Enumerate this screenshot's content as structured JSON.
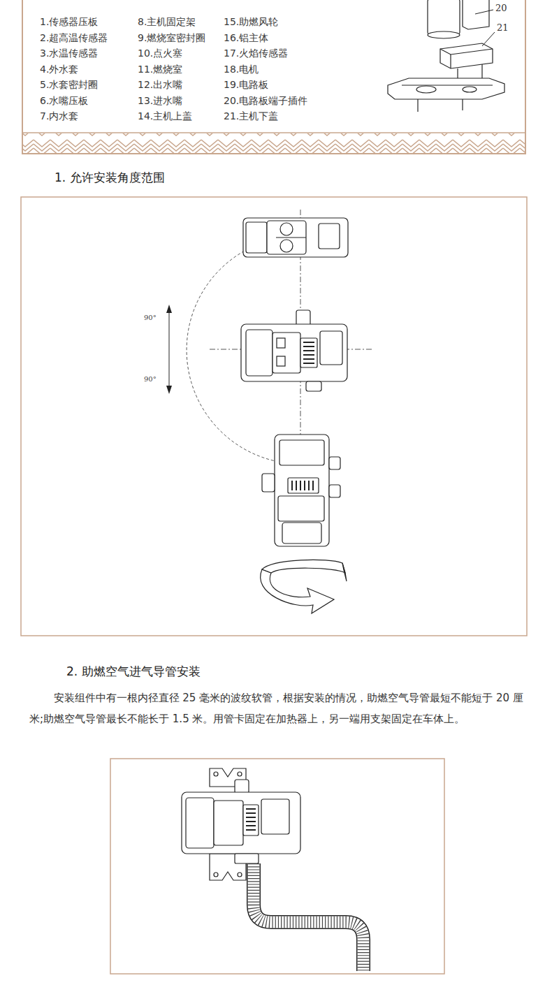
{
  "diagram": {
    "labels": [
      "1.传感器压板",
      "2.超高温传感器",
      "3.水温传感器",
      "4.外水套",
      "5.水套密封圈",
      "6.水嘴压板",
      "7.内水套",
      "8.主机固定架",
      "9.燃烧室密封圈",
      "10.点火塞",
      "11.燃烧室",
      "12.出水嘴",
      "13.进水嘴",
      "14.主机上盖",
      "15.助燃风轮",
      "16.铝主体",
      "17.火焰传感器",
      "18.电机",
      "19.电路板",
      "20.电路板端子插件",
      "21.主机下盖",
      "20",
      "21",
      "1. 允许安装角度范围",
      "90°",
      "90°",
      "2. 助燃空气进气导管安装",
      "安装组件中有一根内径直径 25 毫米的波纹软管，根据安装的情况，助燃空气导管最短不能短于 20 厘米;助燃空气导管最长不能长于 1.5 米。用管卡固定在加热器上，另一端用支架固定在车体上。"
    ]
  }
}
